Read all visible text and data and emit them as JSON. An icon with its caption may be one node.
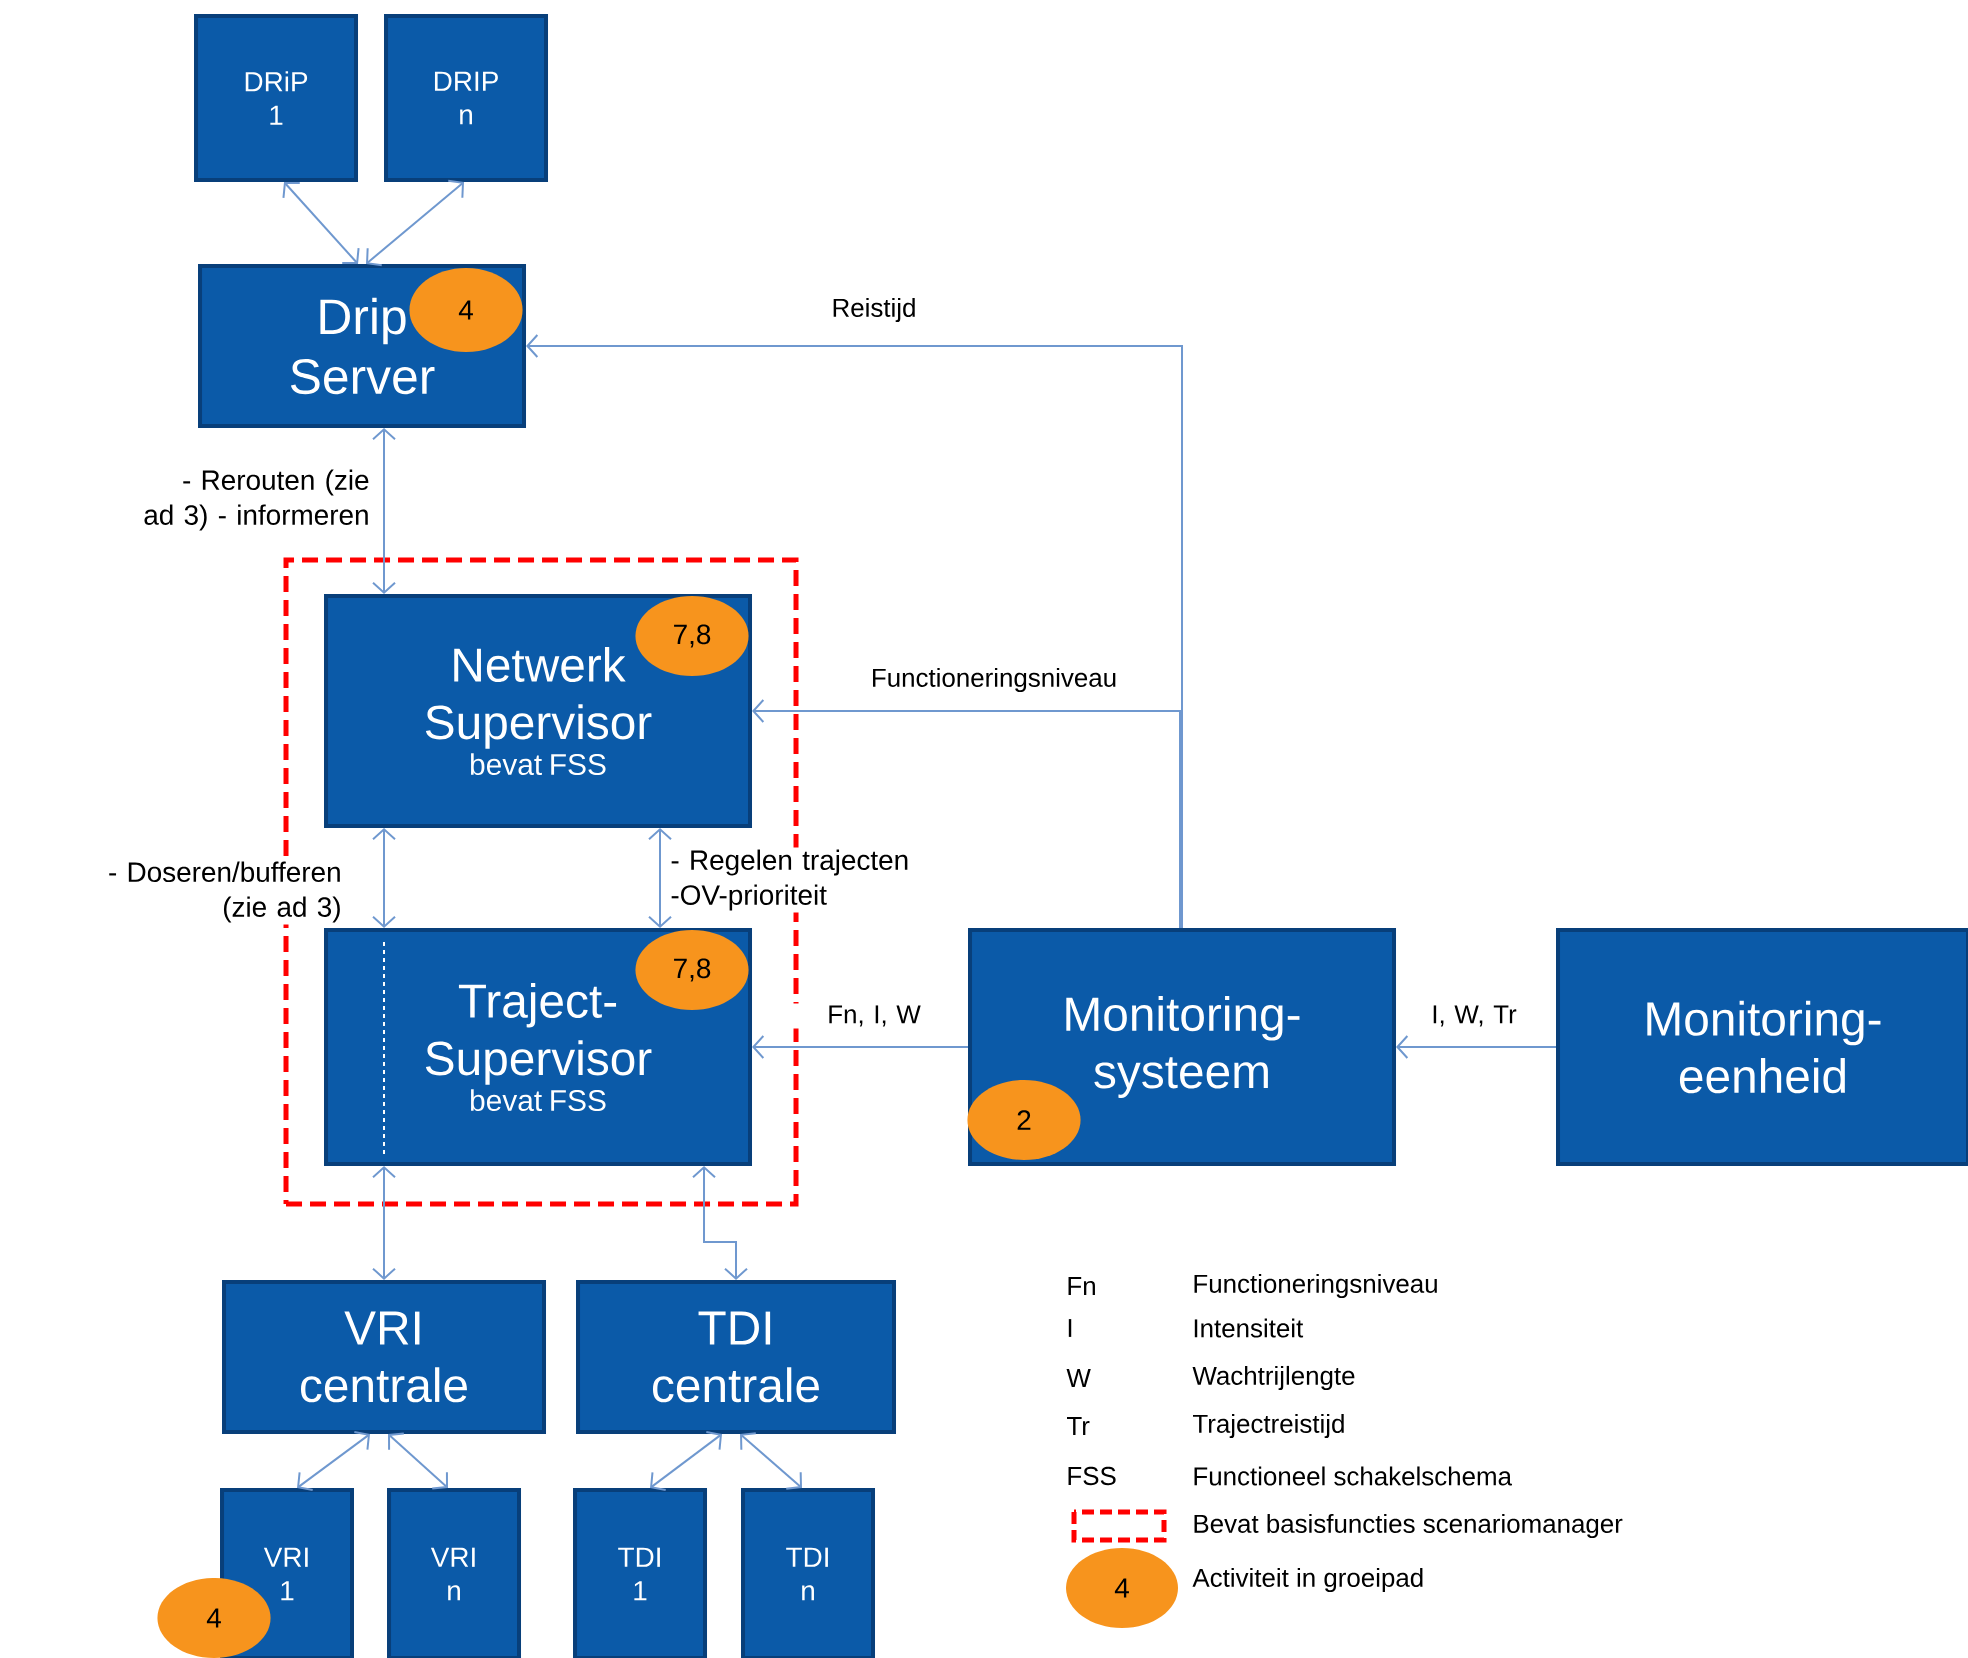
{
  "diagram": {
    "nodes": [
      {
        "text": [
          "DRiP 1"
        ]
      },
      {
        "text": [
          "DRIP n"
        ]
      },
      {
        "text": [
          "Drip Server"
        ]
      },
      {
        "text": [],
        "shape": "box"
      },
      {
        "text": [
          "Netwerk Supervisor",
          "bevat FSS"
        ],
        "in": 3
      },
      {
        "text": [
          "Traject-Supervisor",
          "bevat FSS"
        ],
        "in": 3
      },
      {
        "text": [
          "Monitoring-systeem"
        ]
      },
      {
        "text": [
          "Monitoring-eenheid"
        ]
      },
      {
        "text": [
          "VRI centrale"
        ]
      },
      {
        "text": [
          "TDI centrale"
        ]
      },
      {
        "text": [
          "VRI 1"
        ]
      },
      {
        "text": [
          "VRI n"
        ]
      },
      {
        "text": [
          "TDI 1"
        ]
      },
      {
        "text": [
          "TDI n"
        ]
      },
      {
        "text": [
          "4"
        ],
        "in": 2
      },
      {
        "text": [
          "7,8"
        ],
        "in": 4
      },
      {
        "text": [
          "7,8"
        ],
        "in": 5
      },
      {
        "text": [
          "2"
        ],
        "in": 6
      },
      {
        "text": [
          "4"
        ]
      }
    ],
    "edges": [
      {
        "from": 0,
        "to": 2,
        "arrow": "both"
      },
      {
        "from": 1,
        "to": 2,
        "arrow": "both"
      },
      {
        "from": 2,
        "to": 4,
        "arrow": "both",
        "label": "- Rerouten (zie ad 3) - informeren"
      },
      {
        "from": 4,
        "to": 5,
        "arrow": "both",
        "label": "- Doseren/bufferen (zie ad 3)"
      },
      {
        "from": 4,
        "to": 5,
        "arrow": "both",
        "label": "- Regelen trajecten -OV-prioriteit"
      },
      {
        "from": 6,
        "to": 2,
        "arrow": "to",
        "label": "Reistijd"
      },
      {
        "from": 6,
        "to": 4,
        "arrow": "to",
        "label": "Functioneringsniveau"
      },
      {
        "from": 6,
        "to": 5,
        "arrow": "to",
        "label": "Fn, I, W"
      },
      {
        "from": 7,
        "to": 6,
        "arrow": "to",
        "label": "I, W, Tr"
      },
      {
        "from": 5,
        "to": 8,
        "arrow": "both"
      },
      {
        "from": 5,
        "to": 9,
        "arrow": "both"
      },
      {
        "from": 8,
        "to": 10,
        "arrow": "both"
      },
      {
        "from": 8,
        "to": 11,
        "arrow": "both"
      },
      {
        "from": 9,
        "to": 12,
        "arrow": "both"
      },
      {
        "from": 9,
        "to": 13,
        "arrow": "both"
      }
    ],
    "labels": [
      "Fn",
      "Functioneringsniveau",
      "I",
      "Intensiteit",
      "W",
      "Wachtrijlengte",
      "Tr",
      "Trajectreistijd",
      "FSS",
      "Functioneel schakelschema",
      "4"
    ],
    "legend": [
      {
        "text": "Bevat basisfuncties scenariomanager"
      },
      {
        "text": "Activiteit in groeipad",
        "color": "#f7941d"
      }
    ]
  }
}
